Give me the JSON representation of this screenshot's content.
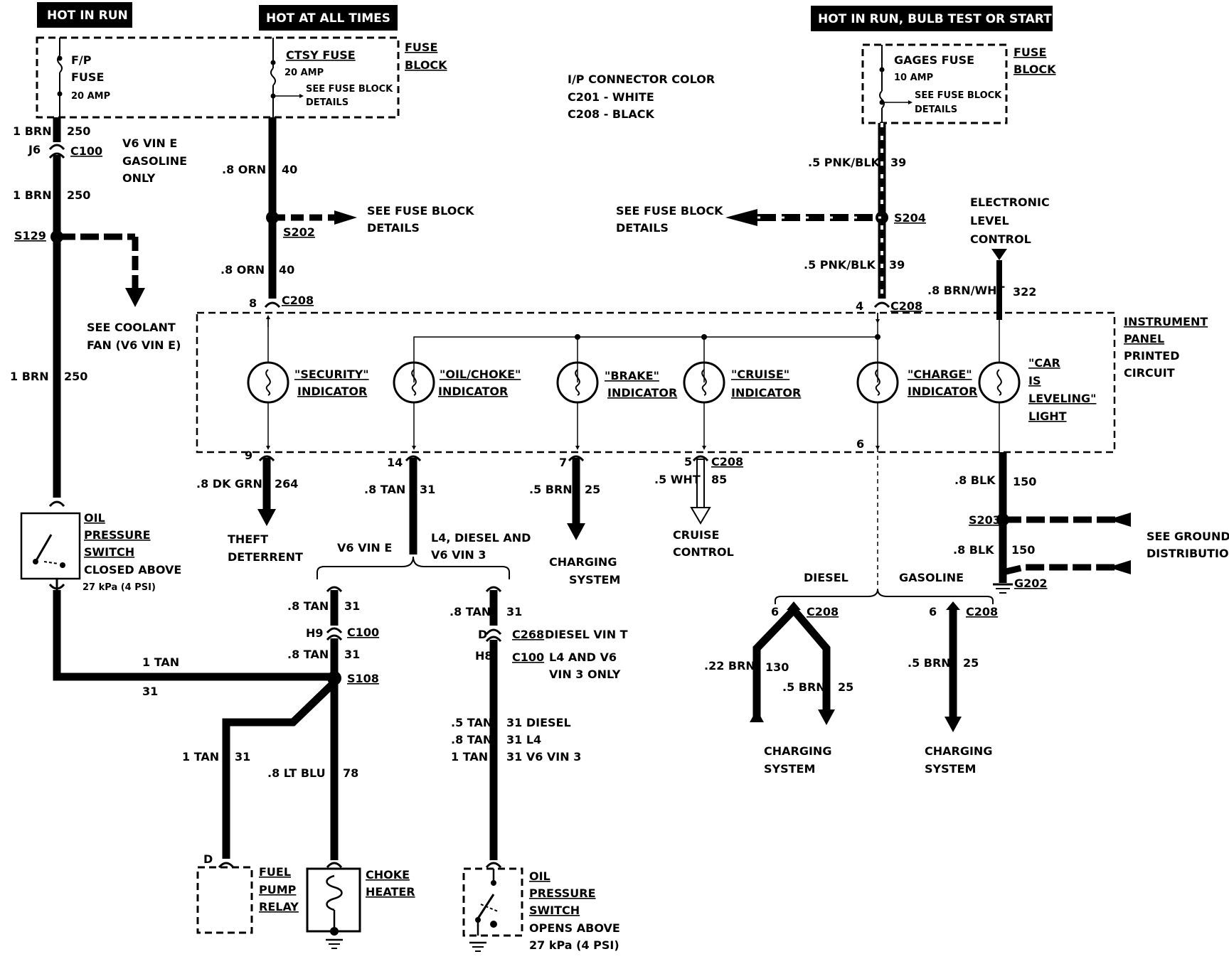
{
  "banners": {
    "hot_in_run": "HOT IN RUN",
    "hot_at_all_times": "HOT AT ALL TIMES",
    "hot_in_run_bulb": "HOT IN RUN,  BULB TEST OR START"
  },
  "fuse_block": {
    "label_1": "FUSE",
    "label_2": "BLOCK",
    "fp_fuse_1": "F/P",
    "fp_fuse_2": "FUSE",
    "fp_fuse_amp": "20 AMP",
    "ctsy_fuse": "CTSY FUSE",
    "ctsy_amp": "20 AMP",
    "see_details_1": "SEE FUSE BLOCK",
    "see_details_2": "DETAILS",
    "gages_fuse": "GAGES FUSE",
    "gages_amp": "10 AMP"
  },
  "connector_color": {
    "title": "I/P CONNECTOR COLOR",
    "c201": "C201 - WHITE",
    "c208": "C208 - BLACK"
  },
  "wires": {
    "w1brn_a": "1 BRN",
    "w250_a": "250",
    "j6": "J6",
    "c100_a": "C100",
    "w1brn_b": "1 BRN",
    "w250_b": "250",
    "s129": "S129",
    "w1brn_c": "1 BRN",
    "w250_c": "250",
    "w8orn_a": ".8 ORN",
    "w40_a": "40",
    "s202": "S202",
    "w8orn_b": ".8 ORN",
    "w40_b": "40",
    "pin8": "8",
    "c208_a": "C208",
    "w5pnk_a": ".5 PNK/BLK",
    "w39_a": "39",
    "s204": "S204",
    "w5pnk_b": ".5 PNK/BLK",
    "w39_b": "39",
    "pin4": "4",
    "c208_b": "C208",
    "w8brnwht": ".8 BRN/WHT",
    "w322": "322",
    "pin9": "9",
    "w8dkgrn": ".8 DK GRN",
    "w264": "264",
    "pin14": "14",
    "w8tan_a": ".8 TAN",
    "w31_a": "31",
    "pin7": "7",
    "w5brn_a": ".5 BRN",
    "w25_a": "25",
    "pin5": "5",
    "c208_c": "C208",
    "w5wht": ".5 WHT",
    "w85": "85",
    "pin6_top": "6",
    "w8blk_a": ".8 BLK",
    "w150_a": "150",
    "s203": "S203",
    "w8blk_b": ".8 BLK",
    "w150_b": "150",
    "g202": "G202",
    "w8tan_b": ".8 TAN",
    "w31_b": "31",
    "h9": "H9",
    "c100_b": "C100",
    "w8tan_c": ".8 TAN",
    "w31_c": "31",
    "s108": "S108",
    "w1tan_a": "1 TAN",
    "w31_d": "31",
    "w1tan_b": "1 TAN",
    "w31_e": "31",
    "w8ltblu": ".8 LT BLU",
    "w78": "78",
    "pinD_a": "D",
    "w8tan_d": ".8 TAN",
    "w31_f": "31",
    "pinD_b": "D",
    "c268": "C268",
    "diesel_vin_t": "DIESEL VIN T",
    "h8": "H8",
    "c100_c": "C100",
    "l4_v6_1": "L4 AND V6",
    "l4_v6_2": "VIN 3 ONLY",
    "w5tan": ".5 TAN",
    "w31_diesel": "31  DIESEL",
    "w8tan_e": ".8 TAN",
    "w31_l4": "31  L4",
    "w1tan_c": "1 TAN",
    "w31_v6": "31  V6 VIN 3",
    "pin6_a": "6",
    "c208_d": "C208",
    "w22brn": ".22 BRN",
    "w130": "130",
    "w5brn_b": ".5 BRN",
    "w25_b": "25",
    "pin6_b": "6",
    "c208_e": "C208",
    "w5brn_c": ".5 BRN",
    "w25_c": "25"
  },
  "notes": {
    "v6_1": "V6 VIN E",
    "v6_2": "GASOLINE",
    "v6_3": "ONLY",
    "coolant_1": "SEE COOLANT",
    "coolant_2": "FAN (V6 VIN E)",
    "fuse_details_1": "SEE FUSE BLOCK",
    "fuse_details_2": "DETAILS",
    "elc_1": "ELECTRONIC",
    "elc_2": "LEVEL",
    "elc_3": "CONTROL",
    "ipc_1": "INSTRUMENT",
    "ipc_2": "PANEL",
    "ipc_3": "PRINTED",
    "ipc_4": "CIRCUIT",
    "theft_1": "THEFT",
    "theft_2": "DETERRENT",
    "v6vine": "V6 VIN E",
    "l4d_1": "L4, DIESEL AND",
    "l4d_2": "V6 VIN 3",
    "charging_1": "CHARGING",
    "charging_2": "SYSTEM",
    "cruise_1": "CRUISE",
    "cruise_2": "CONTROL",
    "diesel": "DIESEL",
    "gasoline": "GASOLINE",
    "ground_1": "SEE GROUND",
    "ground_2": "DISTRIBUTION"
  },
  "indicators": {
    "security_1": "\"SECURITY\"",
    "security_2": "INDICATOR",
    "oil_1": "\"OIL/CHOKE\"",
    "oil_2": "INDICATOR",
    "brake_1": "\"BRAKE\"",
    "brake_2": "INDICATOR",
    "cruise_1": "\"CRUISE\"",
    "cruise_2": "INDICATOR",
    "charge_1": "\"CHARGE\"",
    "charge_2": "INDICATOR",
    "car_1": "\"CAR",
    "car_2": "IS",
    "car_3": "LEVELING\"",
    "car_4": "LIGHT"
  },
  "components": {
    "oil_sw1_1": "OIL",
    "oil_sw1_2": "PRESSURE",
    "oil_sw1_3": "SWITCH",
    "oil_sw1_4": "CLOSED ABOVE",
    "oil_sw1_5": "27 kPa (4 PSI)",
    "fuel_1": "FUEL",
    "fuel_2": "PUMP",
    "fuel_3": "RELAY",
    "choke_1": "CHOKE",
    "choke_2": "HEATER",
    "oil_sw2_1": "OIL",
    "oil_sw2_2": "PRESSURE",
    "oil_sw2_3": "SWITCH",
    "oil_sw2_4": "OPENS ABOVE",
    "oil_sw2_5": "27 kPa (4 PSI)"
  }
}
